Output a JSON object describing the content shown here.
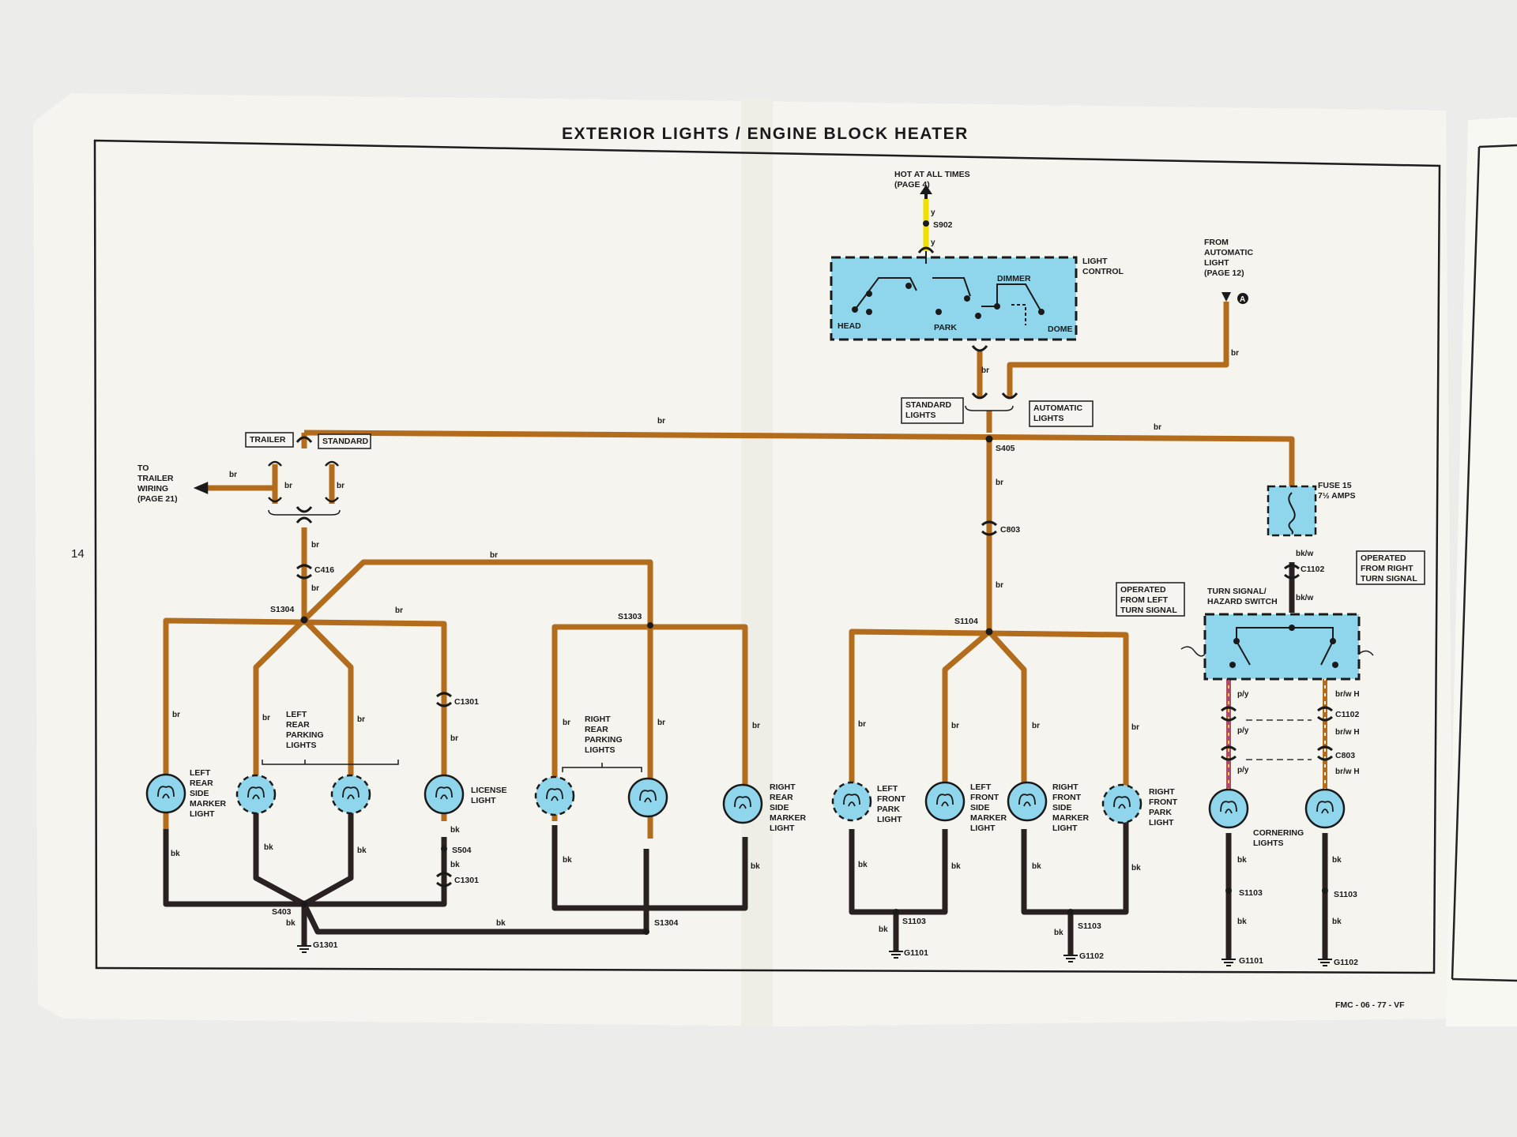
{
  "title": "EXTERIOR  LIGHTS / ENGINE BLOCK HEATER",
  "page_number": "14",
  "footer_code": "FMC - 06 - 77 - VF",
  "colors": {
    "wire_brown": "#b36b1c",
    "wire_black": "#2a2220",
    "wire_yellow": "#f0e000",
    "wire_pink": "#b04a6a",
    "component_blue": "#8fd6ec",
    "paper": "#f7f6f1"
  },
  "top": {
    "hot_label": [
      "HOT AT ALL TIMES",
      "(PAGE 4)"
    ],
    "splice": "S902",
    "y": "y",
    "light_control": [
      "LIGHT",
      "CONTROL"
    ],
    "head": "HEAD",
    "park": "PARK",
    "dimmer": "DIMMER",
    "dome": "DOME",
    "from_auto": [
      "FROM",
      "AUTOMATIC",
      "LIGHT",
      "(PAGE  12)"
    ],
    "connector_a": "A",
    "standard_lights": [
      "STANDARD",
      "LIGHTS"
    ],
    "automatic_lights": [
      "AUTOMATIC",
      "LIGHTS"
    ],
    "s405": "S405",
    "c803": "C803",
    "s1104": "S1104"
  },
  "left": {
    "trailer": "TRAILER",
    "standard": "STANDARD",
    "to_trailer": [
      "TO",
      "TRAILER",
      "WIRING",
      "(PAGE 21)"
    ],
    "c416": "C416",
    "s1304_top": "S1304",
    "s1303": "S1303",
    "c1301_top": "C1301",
    "c1301_bot": "C1301",
    "s504": "S504",
    "s403": "S403",
    "s1304_bot": "S1304",
    "g1301": "G1301"
  },
  "lamps": {
    "left_rear_side_marker": [
      "LEFT",
      "REAR",
      "SIDE",
      "MARKER",
      "LIGHT"
    ],
    "left_rear_parking": [
      "LEFT",
      "REAR",
      "PARKING",
      "LIGHTS"
    ],
    "license": [
      "LICENSE",
      "LIGHT"
    ],
    "right_rear_parking": [
      "RIGHT",
      "REAR",
      "PARKING",
      "LIGHTS"
    ],
    "right_rear_side_marker": [
      "RIGHT",
      "REAR",
      "SIDE",
      "MARKER",
      "LIGHT"
    ],
    "left_front_park": [
      "LEFT",
      "FRONT",
      "PARK",
      "LIGHT"
    ],
    "left_front_side_marker": [
      "LEFT",
      "FRONT",
      "SIDE",
      "MARKER",
      "LIGHT"
    ],
    "right_front_side_marker": [
      "RIGHT",
      "FRONT",
      "SIDE",
      "MARKER",
      "LIGHT"
    ],
    "right_front_park": [
      "RIGHT",
      "FRONT",
      "PARK",
      "LIGHT"
    ],
    "cornering": [
      "CORNERING",
      "LIGHTS"
    ]
  },
  "front": {
    "s1103_a": "S1103",
    "s1103_b": "S1103",
    "g1101": "G1101",
    "g1102": "G1102"
  },
  "right": {
    "fuse": [
      "FUSE 15",
      "7½ AMPS"
    ],
    "c1102_top": "C1102",
    "turn_switch": [
      "TURN SIGNAL/",
      "HAZARD SWITCH"
    ],
    "op_left": [
      "OPERATED",
      "FROM LEFT",
      "TURN SIGNAL"
    ],
    "op_right": [
      "OPERATED",
      "FROM RIGHT",
      "TURN SIGNAL"
    ],
    "c1102_mid": "C1102",
    "c803": "C803",
    "s1103_l": "S1103",
    "s1103_r": "S1103",
    "g1101": "G1101",
    "g1102": "G1102",
    "bkw": "bk/w",
    "py": "p/y",
    "brwh": "br/w H"
  },
  "wire_codes": {
    "br": "br",
    "bk": "bk"
  }
}
